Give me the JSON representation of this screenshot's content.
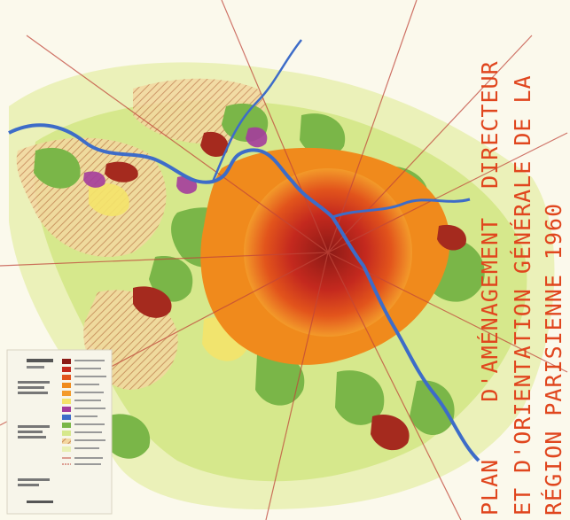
{
  "map": {
    "title_lines": [
      "PLAN    D'AMÉNAGEMENT  DIRECTEUR",
      "ET D'ORIENTATION GÉNÉRALE DE LA",
      "RÉGION PARISIENNE 1960"
    ],
    "colors": {
      "urban_core": "#b3261e",
      "urban_dense": "#d9431b",
      "urban_orange": "#f08a1c",
      "forest": "#7ab648",
      "light_green": "#d6e88c",
      "yellow_zone": "#f4e36a",
      "hatch": "#c98a5c",
      "river": "#3d6cc8",
      "purple": "#a43c9c",
      "roads": "#c0463a",
      "background": "#fbf9ec",
      "title": "#e0461e"
    },
    "icons": [
      "legend-panel",
      "river-seine",
      "urban-core",
      "forest-patch"
    ]
  }
}
